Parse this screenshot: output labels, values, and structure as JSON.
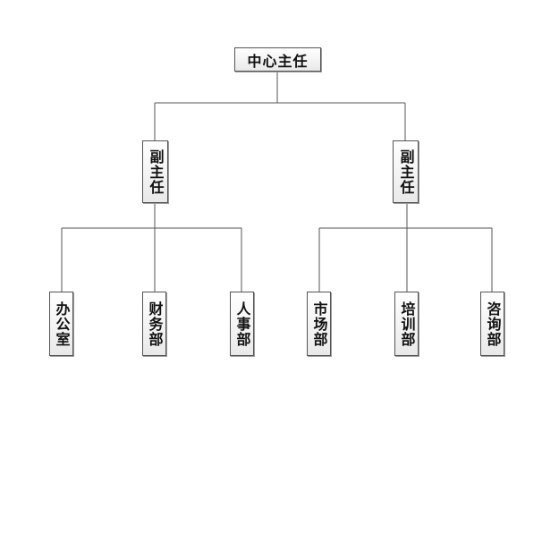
{
  "org_chart": {
    "root": {
      "label": "中心主任"
    },
    "deputies": [
      {
        "label": "副主任",
        "departments": [
          {
            "label": "办公室"
          },
          {
            "label": "财务部"
          },
          {
            "label": "人事部"
          }
        ]
      },
      {
        "label": "副主任",
        "departments": [
          {
            "label": "市场部"
          },
          {
            "label": "培训部"
          },
          {
            "label": "咨询部"
          }
        ]
      }
    ],
    "colors": {
      "line": "#555555",
      "box_border": "#555555",
      "text": "#111111",
      "background": "#ffffff"
    }
  }
}
